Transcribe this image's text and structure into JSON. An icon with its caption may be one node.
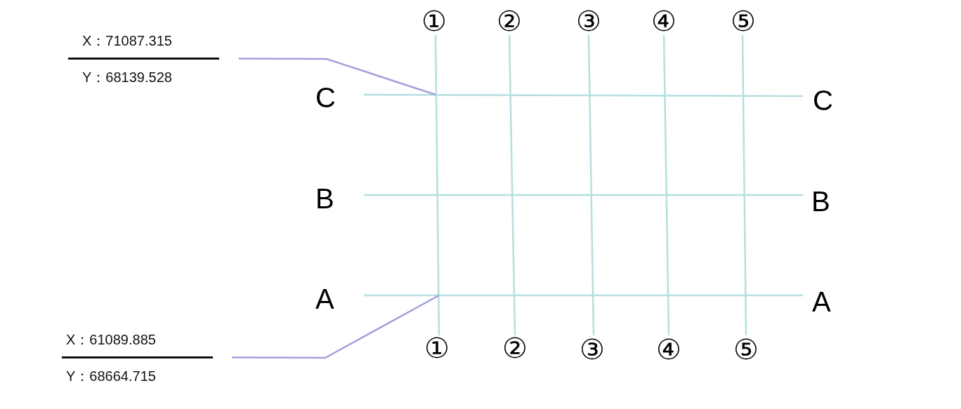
{
  "diagram": {
    "nodes": [
      {
        "text": [
          "X：71087.315",
          "Y：68139.528"
        ]
      },
      {
        "text": [
          "X：61089.885",
          "Y：68664.715"
        ]
      }
    ],
    "edges": [
      {
        "from": 0,
        "to": null,
        "arrow": "none"
      },
      {
        "from": 1,
        "to": null,
        "arrow": "none"
      }
    ],
    "labels": [
      "①",
      "②",
      "③",
      "④",
      "⑤",
      "C",
      "C",
      "B",
      "B",
      "A",
      "A",
      "①",
      "②",
      "③",
      "④",
      "⑤"
    ]
  }
}
